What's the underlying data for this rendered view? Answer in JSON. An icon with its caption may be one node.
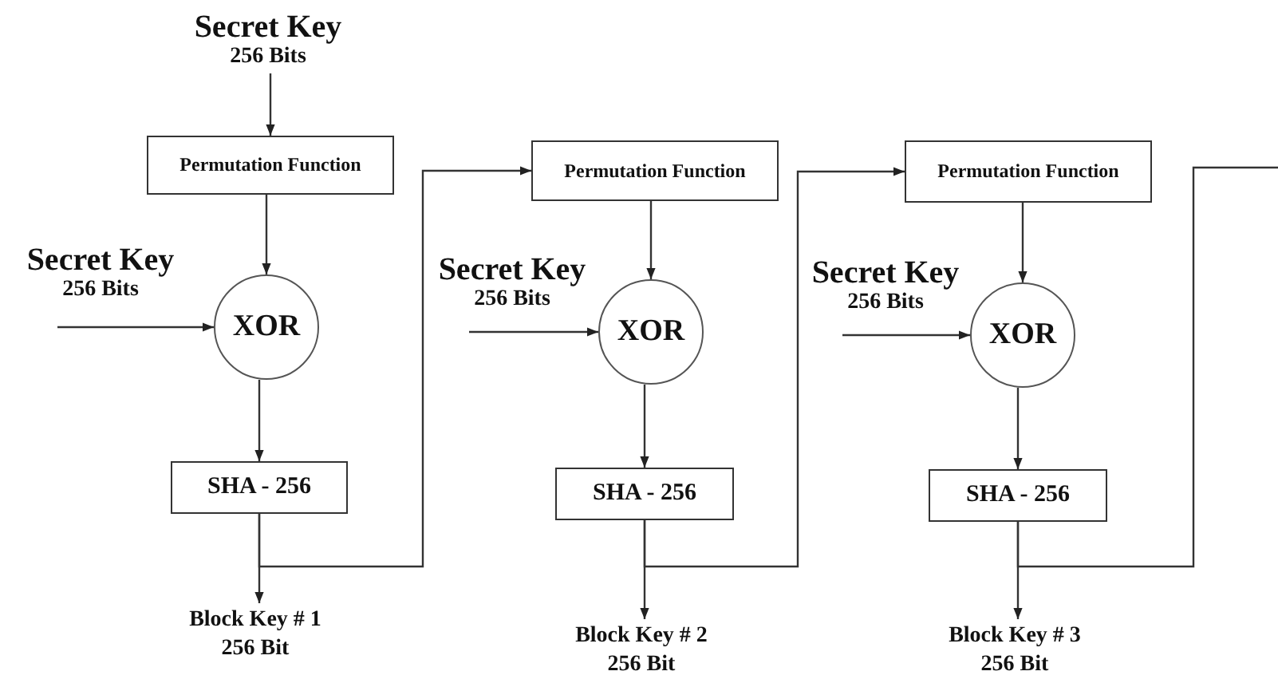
{
  "diagram": {
    "nodes": [
      {
        "text": [
          "Secret Key",
          "256 Bits"
        ]
      },
      {
        "text": [
          "Permutation Function"
        ]
      },
      {
        "text": [
          "Secret Key",
          "256 Bits"
        ]
      },
      {
        "text": [
          "XOR"
        ]
      },
      {
        "text": [
          "SHA - 256"
        ]
      },
      {
        "text": [
          "Block Key # 1",
          "256 Bit"
        ]
      },
      {
        "text": [
          "Permutation Function"
        ]
      },
      {
        "text": [
          "Secret Key",
          "256 Bits"
        ]
      },
      {
        "text": [
          "XOR"
        ]
      },
      {
        "text": [
          "SHA - 256"
        ]
      },
      {
        "text": [
          "Block Key # 2",
          "256 Bit"
        ]
      },
      {
        "text": [
          "Permutation Function"
        ]
      },
      {
        "text": [
          "Secret Key",
          "256 Bits"
        ]
      },
      {
        "text": [
          "XOR"
        ]
      },
      {
        "text": [
          "SHA - 256"
        ]
      },
      {
        "text": [
          "Block Key #  3",
          "256 Bit"
        ]
      }
    ],
    "edges": [
      {
        "from": 0,
        "to": 1,
        "arrow": "to"
      },
      {
        "from": 1,
        "to": 3,
        "arrow": "to"
      },
      {
        "from": 2,
        "to": 3,
        "arrow": "to"
      },
      {
        "from": 3,
        "to": 4,
        "arrow": "to"
      },
      {
        "from": 4,
        "to": 5,
        "arrow": "to"
      },
      {
        "from": 4,
        "to": 6,
        "arrow": "to"
      },
      {
        "from": 6,
        "to": 8,
        "arrow": "to"
      },
      {
        "from": 7,
        "to": 8,
        "arrow": "to"
      },
      {
        "from": 8,
        "to": 9,
        "arrow": "to"
      },
      {
        "from": 9,
        "to": 10,
        "arrow": "to"
      },
      {
        "from": 9,
        "to": 11,
        "arrow": "to"
      },
      {
        "from": 11,
        "to": 13,
        "arrow": "to"
      },
      {
        "from": 12,
        "to": 13,
        "arrow": "to"
      },
      {
        "from": 13,
        "to": 14,
        "arrow": "to"
      },
      {
        "from": 14,
        "to": 15,
        "arrow": "to"
      },
      {
        "from": 14,
        "to": null,
        "arrow": "none"
      }
    ]
  }
}
